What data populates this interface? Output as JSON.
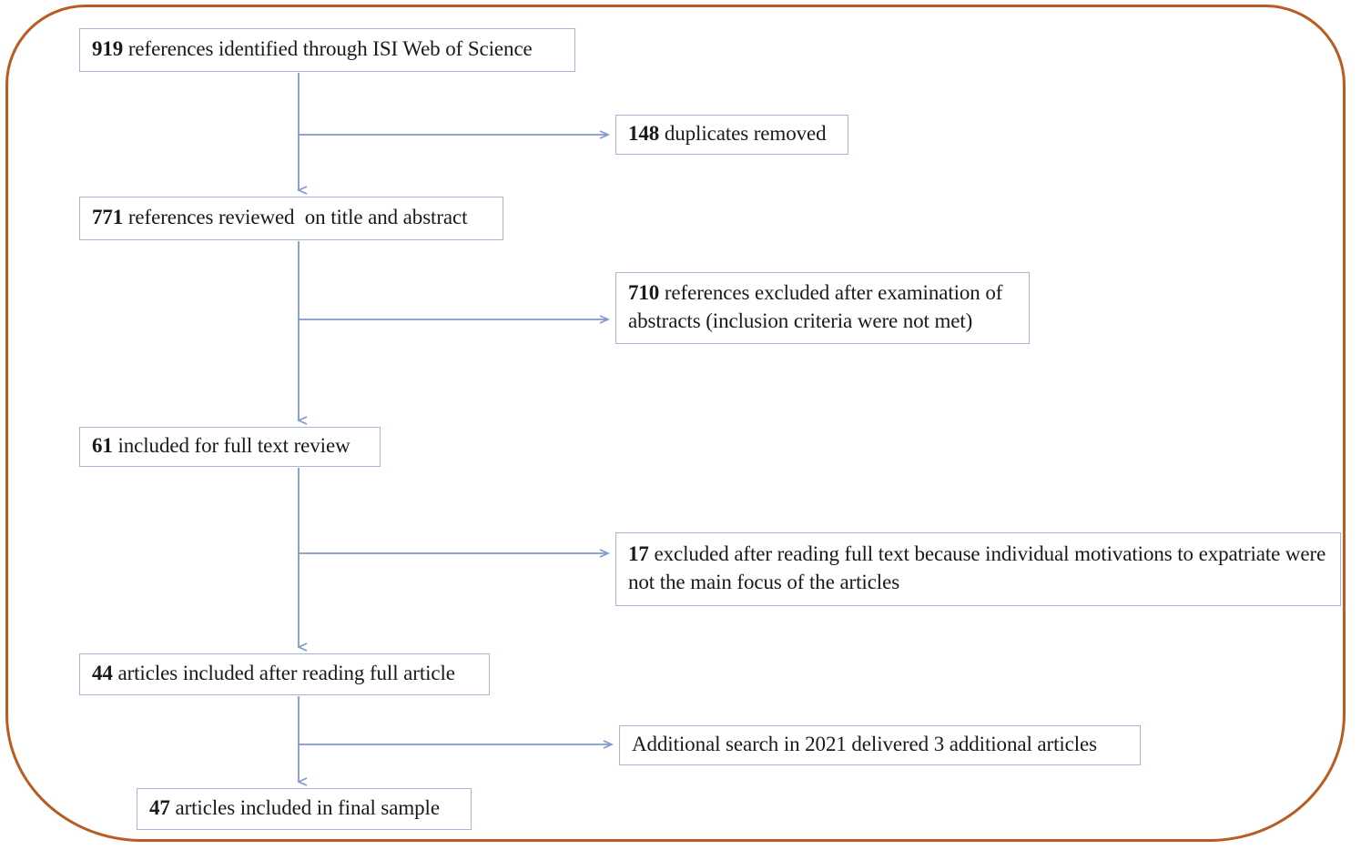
{
  "diagram": {
    "type": "prisma-flow-diagram",
    "title": "",
    "frame_color": "#b85c21",
    "box_border_color": "#a7b6d6",
    "connector_color": "#7f99cf",
    "nodes": [
      {
        "id": "identified",
        "count": "919",
        "text": " references identified through ISI Web of Science",
        "full_text": "919 references identified through ISI Web of Science",
        "column": "left",
        "stage": "identification"
      },
      {
        "id": "duplicates",
        "count": "148",
        "text": " duplicates removed",
        "full_text": "148 duplicates removed",
        "column": "right",
        "stage": "identification"
      },
      {
        "id": "reviewed",
        "count": "771",
        "text": " references reviewed  on title and abstract",
        "full_text": "771 references reviewed  on title and abstract",
        "column": "left",
        "stage": "screening"
      },
      {
        "id": "excluded-abstracts",
        "count": "710",
        "text": " references excluded after examination of abstracts (inclusion criteria were not met)",
        "full_text": "710 references excluded after examination of abstracts (inclusion criteria were not met)",
        "column": "right",
        "stage": "screening"
      },
      {
        "id": "fulltext",
        "count": "61",
        "text": " included for full text review",
        "full_text": "61 included for full text review",
        "column": "left",
        "stage": "eligibility"
      },
      {
        "id": "excluded-fulltext",
        "count": "17",
        "text": " excluded after reading full text because individual motivations to expatriate were not the main focus of the articles",
        "full_text": "17 excluded after reading full text because individual motivations to expatriate were not the main focus of the articles",
        "column": "right",
        "stage": "eligibility"
      },
      {
        "id": "articles-read",
        "count": "44",
        "text": " articles included after reading full article",
        "full_text": "44 articles included after reading full article",
        "column": "left",
        "stage": "included"
      },
      {
        "id": "additional",
        "count": "",
        "text": "Additional search in 2021 delivered 3 additional articles",
        "full_text": "Additional search in 2021 delivered 3 additional articles",
        "column": "right",
        "stage": "included"
      },
      {
        "id": "final",
        "count": "47",
        "text": " articles included in final sample",
        "full_text": "47 articles included in final sample",
        "column": "left",
        "stage": "included"
      }
    ],
    "edges": [
      {
        "from": "identified",
        "to": "duplicates",
        "kind": "branch-right"
      },
      {
        "from": "identified",
        "to": "reviewed",
        "kind": "down"
      },
      {
        "from": "reviewed",
        "to": "excluded-abstracts",
        "kind": "branch-right"
      },
      {
        "from": "reviewed",
        "to": "fulltext",
        "kind": "down"
      },
      {
        "from": "fulltext",
        "to": "excluded-fulltext",
        "kind": "branch-right"
      },
      {
        "from": "fulltext",
        "to": "articles-read",
        "kind": "down"
      },
      {
        "from": "articles-read",
        "to": "additional",
        "kind": "branch-right"
      },
      {
        "from": "articles-read",
        "to": "final",
        "kind": "down"
      }
    ]
  }
}
